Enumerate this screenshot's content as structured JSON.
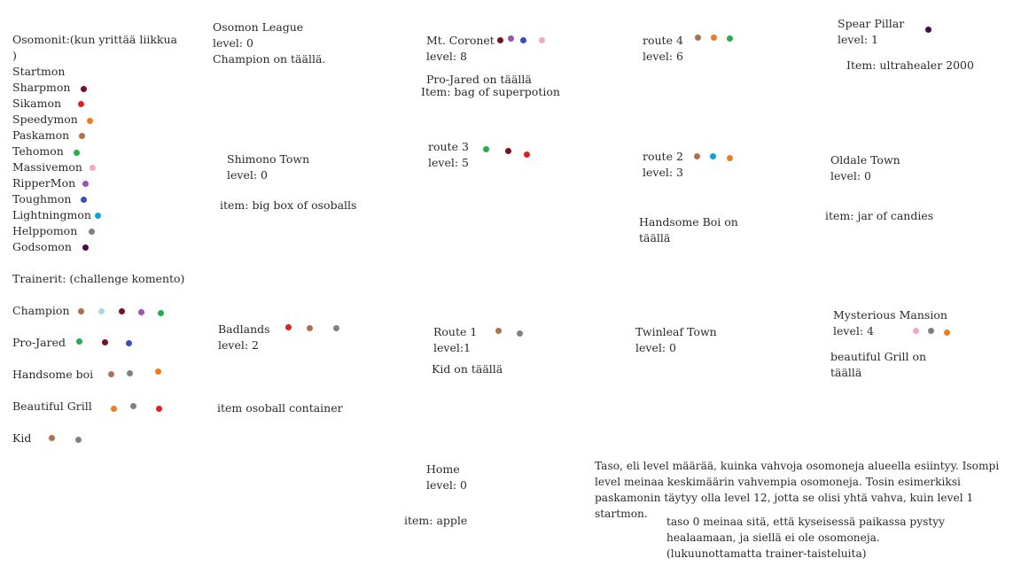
{
  "colors": {
    "Sharpmon": "#7a1020",
    "Sikamon": "#e02020",
    "Speedymon": "#f07b20",
    "Paskamon": "#b07050",
    "Tehomon": "#22b04a",
    "Massivemon": "#f0a8c8",
    "RipperMon": "#a050b0",
    "Toughmon": "#3a4cc0",
    "Lightningmon": "#10a0e0",
    "Helppomon": "#808080",
    "Godsomon": "#4a0a4a",
    "LightBlue": "#a8d8e8"
  },
  "osomonit": {
    "heading": "Osomonit:(kun yrittää liikkua",
    "heading_cont": ")",
    "names": [
      "Startmon",
      "Sharpmon",
      "Sikamon",
      "Speedymon",
      "Paskamon",
      "Tehomon",
      "Massivemon",
      "RipperMon",
      "Toughmon",
      "Lightningmon",
      "Helppomon",
      "Godsomon"
    ]
  },
  "trainers": {
    "heading": "Trainerit: (challenge komento)",
    "list": [
      {
        "name": "Champion"
      },
      {
        "name": "Pro-Jared"
      },
      {
        "name": "Handsome boi"
      },
      {
        "name": "Beautiful Grill"
      },
      {
        "name": "Kid"
      }
    ]
  },
  "locations": {
    "league": {
      "name": "Osomon League",
      "level": "level: 0",
      "note": "Champion on täällä."
    },
    "shimono": {
      "name": "Shimono Town",
      "level": "level: 0",
      "item": "item: big box of osoballs"
    },
    "badlands": {
      "name": "Badlands",
      "level": "level: 2",
      "item": "item osoball container"
    },
    "coronet": {
      "name": "Mt. Coronet",
      "level": "level: 8",
      "note": "Pro-Jared on täällä",
      "item": "Item: bag of superpotion"
    },
    "route3": {
      "name": "route 3",
      "level": "level: 5"
    },
    "route1": {
      "name": "Route 1",
      "level": "level:1",
      "note": "Kid on täällä"
    },
    "home": {
      "name": "Home",
      "level": "level: 0",
      "item": "item: apple"
    },
    "route4": {
      "name": "route 4",
      "level": "level: 6"
    },
    "route2": {
      "name": "route 2",
      "level": "level: 3",
      "note_line1": "Handsome Boi on",
      "note_line2": "täällä"
    },
    "twinleaf": {
      "name": "Twinleaf Town",
      "level": "level: 0"
    },
    "spear": {
      "name": "Spear Pillar",
      "level": "level: 1",
      "item": "Item: ultrahealer 2000"
    },
    "oldale": {
      "name": "Oldale Town",
      "level": "level: 0",
      "item": "item: jar of candies"
    },
    "mansion": {
      "name": "Mysterious Mansion",
      "level": "level: 4",
      "note_line1": "beautiful Grill on",
      "note_line2": "täällä"
    }
  },
  "explanation": {
    "p1_l1": "Taso, eli level määrää, kuinka vahvoja osomoneja alueella esiintyy. Isompi",
    "p1_l2": "level meinaa keskimäärin vahvempia osomoneja. Tosin esimerkiksi",
    "p1_l3": "paskamonin täytyy olla level 12, jotta se olisi yhtä vahva, kuin level 1",
    "p1_l4": "startmon.",
    "p2_l1": "taso 0 meinaa sitä, että kyseisessä paikassa pystyy",
    "p2_l2": "healaamaan, ja siellä ei ole osomoneja.",
    "p2_l3": "(lukuunottamatta trainer-taisteluita)"
  }
}
